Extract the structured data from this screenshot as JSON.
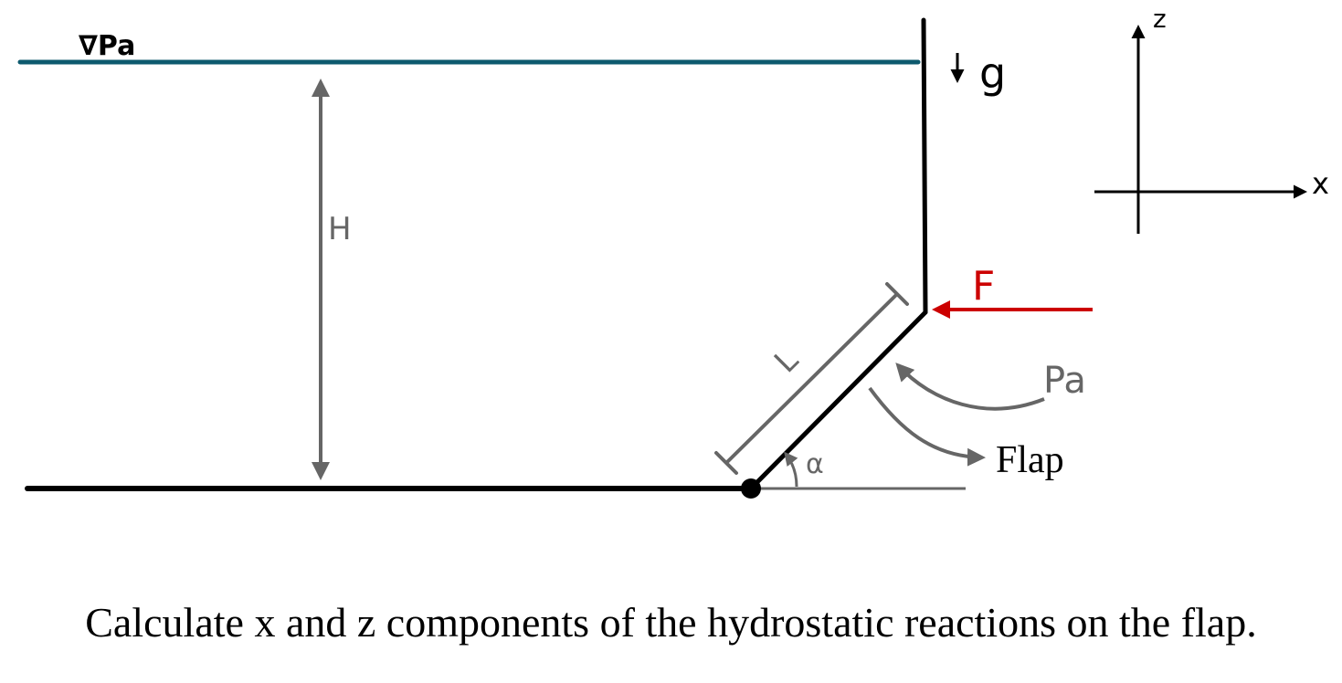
{
  "labels": {
    "free_surface": "∇Pa",
    "gravity": "g",
    "depth": "H",
    "force": "F",
    "length": "L",
    "pressure": "Pa",
    "flap": "Flap",
    "angle": "α",
    "axis_z": "z",
    "axis_x": "x"
  },
  "caption": "Calculate x and z components of the hydrostatic reactions on the flap.",
  "colors": {
    "water_surface": "#0e5a6e",
    "force": "#cc0000",
    "annotation": "#666666",
    "structure": "#000000"
  }
}
